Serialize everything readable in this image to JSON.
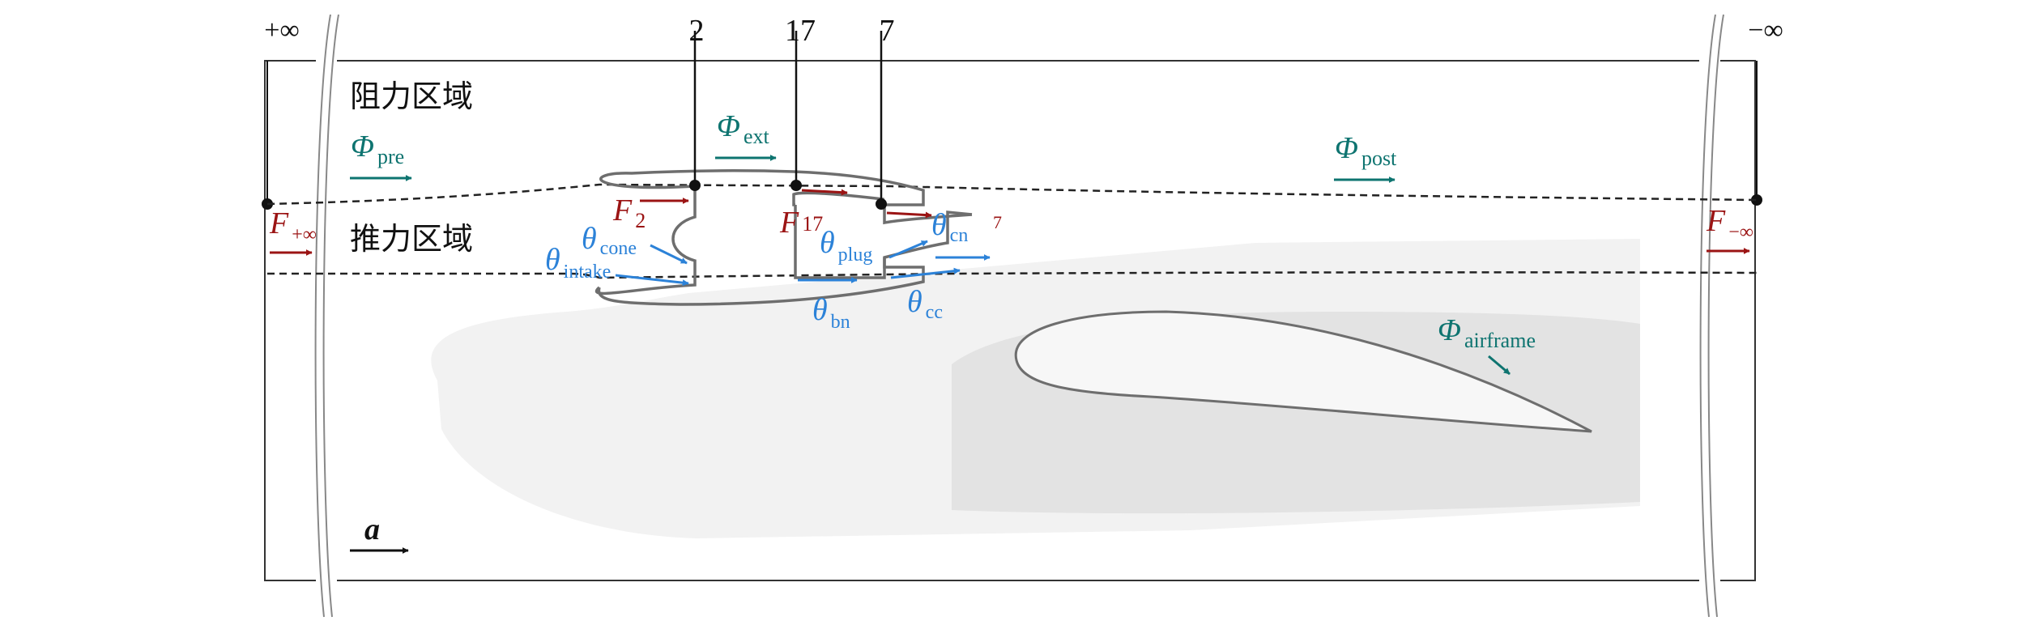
{
  "colors": {
    "frame": "#333333",
    "text": "#111111",
    "flux": "#0e7470",
    "force": "#9b1414",
    "angle": "#2c82d8",
    "body_light": "#f2f2f2",
    "body_dark": "#e3e3e3",
    "outline": "#6e6e6e"
  },
  "boundaries": {
    "left": "+∞",
    "right": "−∞"
  },
  "stations": [
    {
      "id": "s2",
      "label": "2"
    },
    {
      "id": "s17",
      "label": "17"
    },
    {
      "id": "s7",
      "label": "7"
    }
  ],
  "regions": {
    "drag": "阻力区域",
    "thrust": "推力区域"
  },
  "fluxes": {
    "pre": {
      "symbol": "Φ",
      "sub": "pre"
    },
    "ext": {
      "symbol": "Φ",
      "sub": "ext"
    },
    "post": {
      "symbol": "Φ",
      "sub": "post"
    },
    "airframe": {
      "symbol": "Φ",
      "sub": "airframe"
    }
  },
  "forces": {
    "f_plus_inf": {
      "symbol": "F",
      "sub": "+∞"
    },
    "f_minus_inf": {
      "symbol": "F",
      "sub": "−∞"
    },
    "f2": {
      "symbol": "F",
      "sub": "2"
    },
    "f17": {
      "symbol": "F",
      "sub": "17"
    },
    "f7": {
      "sub": "7"
    }
  },
  "angles": {
    "cone": {
      "symbol": "θ",
      "sub": "cone"
    },
    "intake": {
      "symbol": "θ",
      "sub": "intake"
    },
    "plug": {
      "symbol": "θ",
      "sub": "plug"
    },
    "cn": {
      "symbol": "θ",
      "sub": "cn"
    },
    "bn": {
      "symbol": "θ",
      "sub": "bn"
    },
    "cc": {
      "symbol": "θ",
      "sub": "cc"
    }
  },
  "accel": {
    "symbol": "a"
  }
}
